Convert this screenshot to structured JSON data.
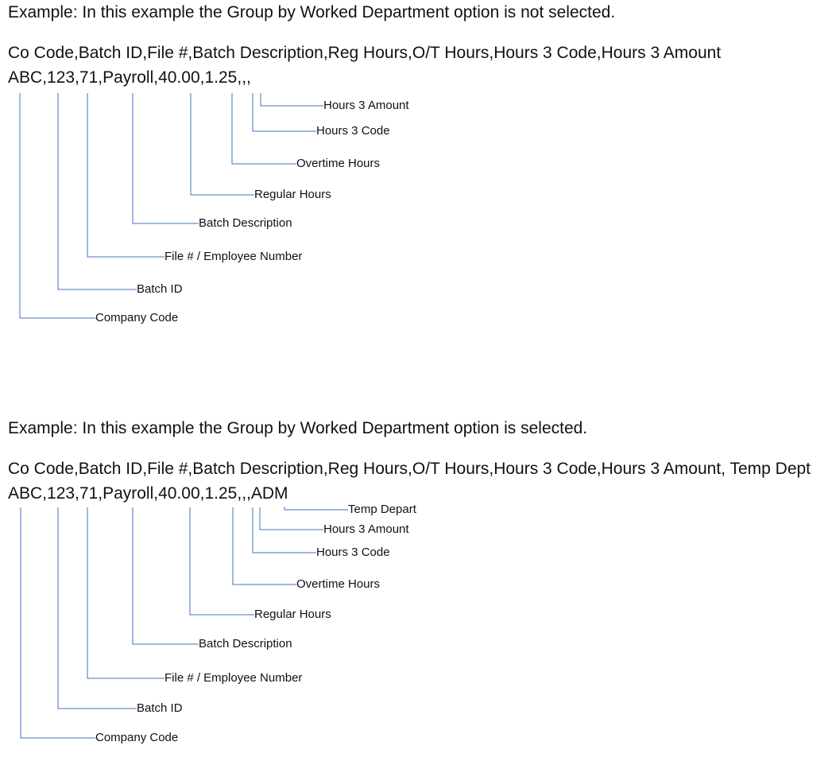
{
  "sections": [
    {
      "intro": "Example: In this example the Group by Worked Department option is not selected.",
      "header": "Co Code,Batch ID,File #,Batch Description,Reg Hours,O/T Hours,Hours 3 Code,Hours 3 Amount",
      "record": "ABC,123,71,Payroll,40.00,1.25,,,",
      "callouts": [
        "Company Code",
        "Batch ID",
        "File # / Employee Number",
        "Batch Description",
        "Regular Hours",
        "Overtime Hours",
        "Hours 3 Code",
        "Hours 3 Amount"
      ]
    },
    {
      "intro": "Example: In this example the Group by Worked Department option is selected.",
      "header": "Co Code,Batch ID,File #,Batch Description,Reg Hours,O/T Hours,Hours 3 Code,Hours 3 Amount, Temp Dept",
      "record": "ABC,123,71,Payroll,40.00,1.25,,,ADM",
      "callouts": [
        "Company Code",
        "Batch ID",
        "File # / Employee Number",
        "Batch Description",
        "Regular Hours",
        "Overtime Hours",
        "Hours 3 Code",
        "Hours 3 Amount",
        "Temp Depart"
      ]
    }
  ],
  "colors": {
    "line": "#4472c4",
    "text": "#111111"
  }
}
